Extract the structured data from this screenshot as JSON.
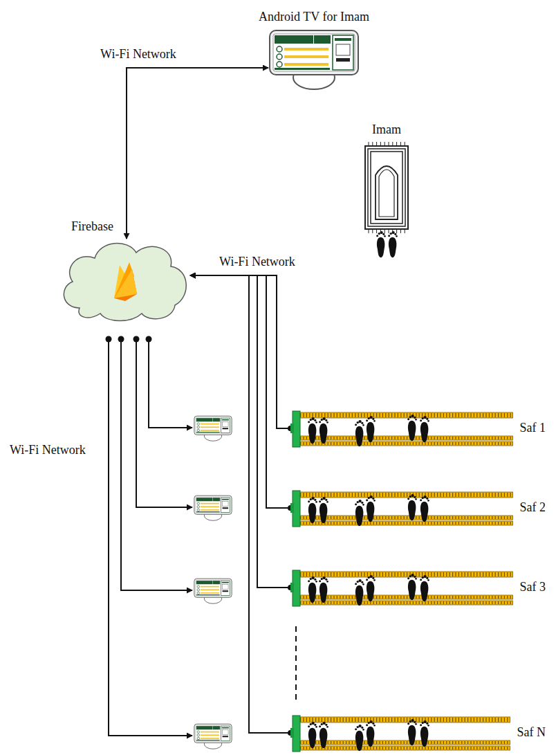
{
  "diagram": {
    "nodes": [
      {
        "text": [
          "Android TV for Imam"
        ]
      },
      {
        "text": [
          "Imam"
        ]
      },
      {
        "text": [
          "Firebase"
        ]
      },
      {
        "text": [
          "Saf 1"
        ]
      },
      {
        "text": [
          "Saf 2"
        ]
      },
      {
        "text": [
          "Saf 3"
        ]
      },
      {
        "text": [
          "Saf N"
        ]
      }
    ],
    "edges": [
      {
        "from": 2,
        "to": 0,
        "arrow": "both",
        "label": "Wi-Fi Network"
      },
      {
        "from": 3,
        "to": 2,
        "arrow": "to",
        "label": "Wi-Fi Network"
      },
      {
        "from": 4,
        "to": 2,
        "arrow": "to"
      },
      {
        "from": 5,
        "to": 2,
        "arrow": "to"
      },
      {
        "from": 6,
        "to": 2,
        "arrow": "to"
      }
    ],
    "labels": [
      "Wi-Fi Network"
    ]
  }
}
